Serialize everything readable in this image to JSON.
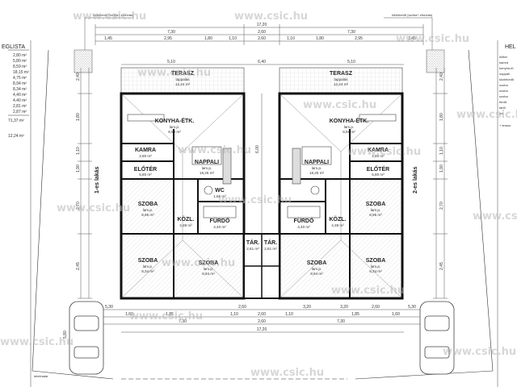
{
  "watermark": "www.csic.hu",
  "left_panel": {
    "heading": "EGLISTA",
    "areas": [
      "2,80 m²",
      "5,80 m²",
      "8,59 m²",
      "18,15 m²",
      "4,75 m²",
      "8,94 m²",
      "8,34 m²",
      "4,40 m²",
      "4,40 m²",
      "2,81 m²",
      "2,87 m²"
    ],
    "total": "71,37 m²",
    "terrace": "12,24 m²"
  },
  "right_panel": {
    "heading": "HEL",
    "lines": [
      "előter",
      "kamra",
      "konyha-ét",
      "nappali",
      "közlekedő",
      "szoba",
      "szoba",
      "szoba",
      "fürdő",
      "tárlő",
      "wc"
    ],
    "extra": "+ terasz"
  },
  "unit_labels": {
    "left": "1-es lakás",
    "right": "2-es lakás"
  },
  "corner_notes": {
    "left": "közlekedő (szoba+ elszívás)",
    "right": "kőzlekedő (szoba+ elszívás)"
  },
  "rooms": {
    "terasz": {
      "label": "TERASZ",
      "kind": "lappalás",
      "area": "12,24 m²"
    },
    "konyha": {
      "label": "KONYHA-ÉTK.",
      "kind": "lam.p.",
      "area": "8,59 m²"
    },
    "konyha_r": {
      "label": "KONYHA-ÉTK.",
      "kind": "lam.p.",
      "area": "8,59 m²"
    },
    "nappali": {
      "label": "NAPPALI",
      "kind": "lam.p.",
      "area": "18,25 m²"
    },
    "nappali_r": {
      "label": "NAPPALI",
      "kind": "lam.p.",
      "area": "18,25 m²"
    },
    "kamra": {
      "label": "KAMRA",
      "kind": "kar.",
      "area": "2,80 m²"
    },
    "kamra_r": {
      "label": "KAMRA",
      "kind": "kar.",
      "area": "2,80 m²"
    },
    "eloter": {
      "label": "ELŐTÉR",
      "kind": "kar.",
      "area": "5,80 m²"
    },
    "eloter_r": {
      "label": "ELŐTÉR",
      "kind": "kar.",
      "area": "5,80 m²"
    },
    "wc": {
      "label": "WC",
      "kind": "kar.",
      "area": "1,66 m²"
    },
    "szoba_w": {
      "label": "SZOBA",
      "kind": "lam.p.",
      "area": "8,95 m²"
    },
    "szoba_w_r": {
      "label": "SZOBA",
      "kind": "lam.p.",
      "area": "8,95 m²"
    },
    "kozl": {
      "label": "KÖZL.",
      "kind": "kar.",
      "area": "4,38 m²"
    },
    "kozl_r": {
      "label": "KÖZL.",
      "kind": "kar.",
      "area": "4,38 m²"
    },
    "furdo": {
      "label": "FÜRDŐ",
      "kind": "kar.",
      "area": "4,40 m²"
    },
    "furdo_r": {
      "label": "FÜRDŐ",
      "kind": "kar.",
      "area": "4,40 m²"
    },
    "tar": {
      "label": "TÁR.",
      "kind": "kar.",
      "area": "2,81 m²"
    },
    "tar_r": {
      "label": "TÁR.",
      "kind": "kar.",
      "area": "2,81 m²"
    },
    "szoba_s": {
      "label": "SZOBA",
      "kind": "lam.p.",
      "area": "8,34 m²"
    },
    "szoba_s_r": {
      "label": "SZOBA",
      "kind": "lam.p.",
      "area": "8,34 m²"
    },
    "szoba_m": {
      "label": "SZOBA",
      "kind": "lam.p.",
      "area": "8,94 m²"
    },
    "szoba_m_r": {
      "label": "SZOBA",
      "kind": "lam.p.",
      "area": "8,94 m²"
    }
  },
  "dims": {
    "top_total": "17,20",
    "top_row": [
      "7,30",
      "2,60",
      "7,30"
    ],
    "top_row2": [
      "1,45",
      "2,95",
      "1,80",
      "1,10",
      "2,60",
      "1,10",
      "1,80",
      "2,95",
      "1,45"
    ],
    "terrace_row": [
      "5,10",
      "6,40",
      "5,10"
    ],
    "bottom_row": [
      "5,30",
      "2,60",
      "3,20",
      "3,20",
      "2,60",
      "5,30"
    ],
    "bottom_row2": [
      "1,60",
      "1,85",
      "1,10",
      "2,60",
      "1,10",
      "1,85",
      "1,60"
    ],
    "bottom_total": "17,20",
    "bottom_mid": [
      "7,30",
      "2,60",
      "7,30"
    ],
    "left_vertical": [
      "2,40",
      "1,80",
      "1,10",
      "1,90",
      "2,70",
      "2,45"
    ],
    "right_vertical": [
      "2,40",
      "1,80",
      "1,10",
      "1,90",
      "2,70",
      "2,45"
    ],
    "center_height": "6,00",
    "parking_width": "5,80",
    "lot_line": "telekhatár"
  }
}
